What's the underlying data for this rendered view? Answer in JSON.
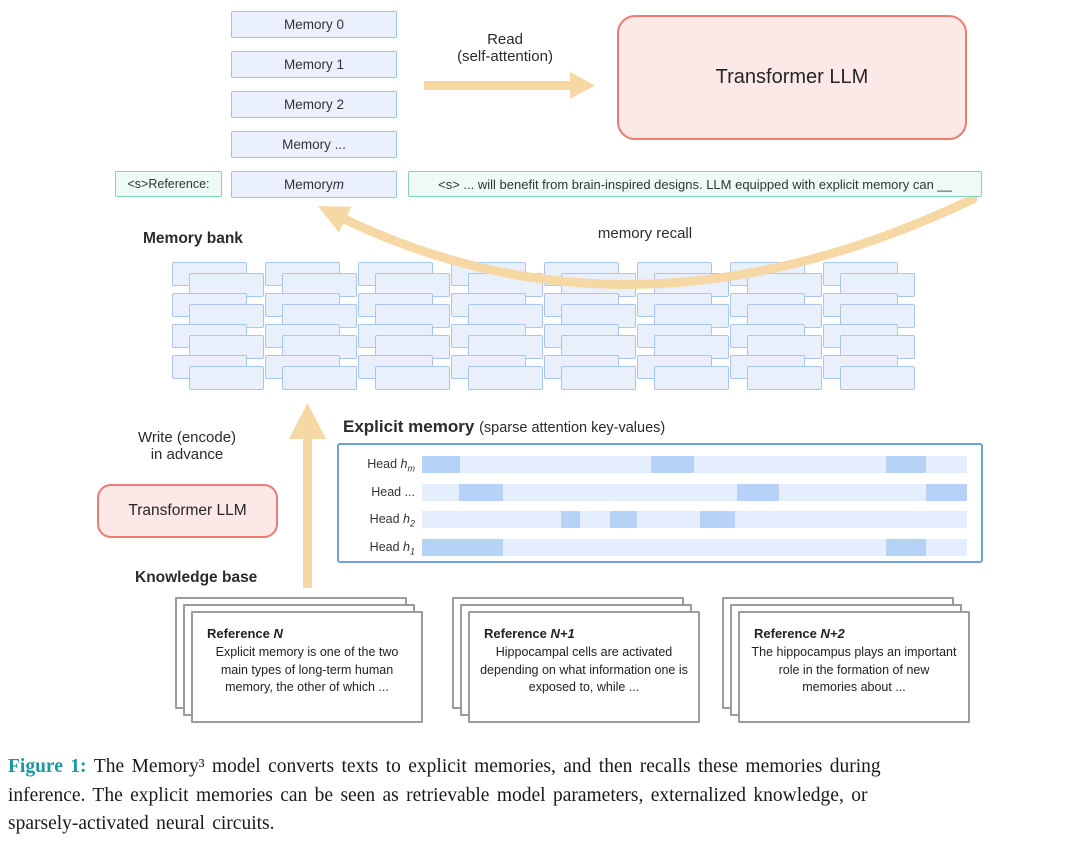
{
  "colors": {
    "arrow": "#f6d8a5",
    "memory_box_fill": "#eaf1fc",
    "memory_box_border": "#9fc2ec",
    "green_box_fill": "#eefaf5",
    "green_box_border": "#82d5b8",
    "llm_box_fill": "#fce8e7",
    "llm_box_border": "#ef7a70",
    "panel_border": "#6ba3da",
    "strip_light": "#e4eefc",
    "strip_dark": "#b6d2f7",
    "card_border": "#9b9b9b",
    "caption_accent": "#1b979f"
  },
  "memory_stack": {
    "items": [
      {
        "text": "Memory 0"
      },
      {
        "text": "Memory 1"
      },
      {
        "text": "Memory 2"
      },
      {
        "text": "Memory ..."
      },
      {
        "text": "Memory ",
        "italic": "m"
      }
    ]
  },
  "prompt": {
    "prefix_box": "<s>Reference:",
    "context_box": "<s> ... will benefit from brain-inspired designs. LLM equipped with explicit memory can __"
  },
  "read_label": {
    "line1": "Read",
    "line2": "(self-attention)"
  },
  "llm_main": {
    "label": "Transformer LLM"
  },
  "memory_bank": {
    "label": "Memory bank",
    "rows": 4,
    "cols": 8
  },
  "recall": {
    "label": "memory recall"
  },
  "write_label": {
    "line1": "Write (encode)",
    "line2": "in advance"
  },
  "llm_writer": {
    "label": "Transformer LLM"
  },
  "explicit_memory": {
    "title": "Explicit memory",
    "subtitle": "(sparse attention key-values)",
    "heads": [
      {
        "label": "Head ",
        "var": "h",
        "sub": "m",
        "segments": [
          [
            0.0,
            0.07
          ],
          [
            0.42,
            0.5
          ],
          [
            0.852,
            0.925
          ]
        ]
      },
      {
        "label": "Head ...",
        "segments": [
          [
            0.068,
            0.148
          ],
          [
            0.578,
            0.655
          ],
          [
            0.925,
            1.0
          ]
        ]
      },
      {
        "label": "Head ",
        "var": "h",
        "sub": "2",
        "segments": [
          [
            0.255,
            0.29
          ],
          [
            0.345,
            0.395
          ],
          [
            0.51,
            0.575
          ]
        ]
      },
      {
        "label": "Head ",
        "var": "h",
        "sub": "1",
        "segments": [
          [
            0.0,
            0.148
          ],
          [
            0.852,
            0.925
          ]
        ]
      }
    ]
  },
  "knowledge_base": {
    "label": "Knowledge base",
    "cards": [
      {
        "title": "Reference ",
        "title_var": "N",
        "body": "Explicit memory is one of the two main types of long-term human memory, the other of which ..."
      },
      {
        "title": "Reference ",
        "title_var": "N+1",
        "body": "Hippocampal cells are activated depending on what information one is exposed to, while ..."
      },
      {
        "title": "Reference ",
        "title_var": "N+2",
        "body": "The hippocampus plays an important role in the formation of new memories about ..."
      }
    ]
  },
  "caption": {
    "tag": "Figure 1:",
    "line1": "The Memory³ model converts texts to explicit memories, and then recalls these memories during",
    "line2": "inference. The explicit memories can be seen as retrievable model parameters, externalized knowledge, or",
    "line3": "sparsely-activated neural circuits."
  }
}
